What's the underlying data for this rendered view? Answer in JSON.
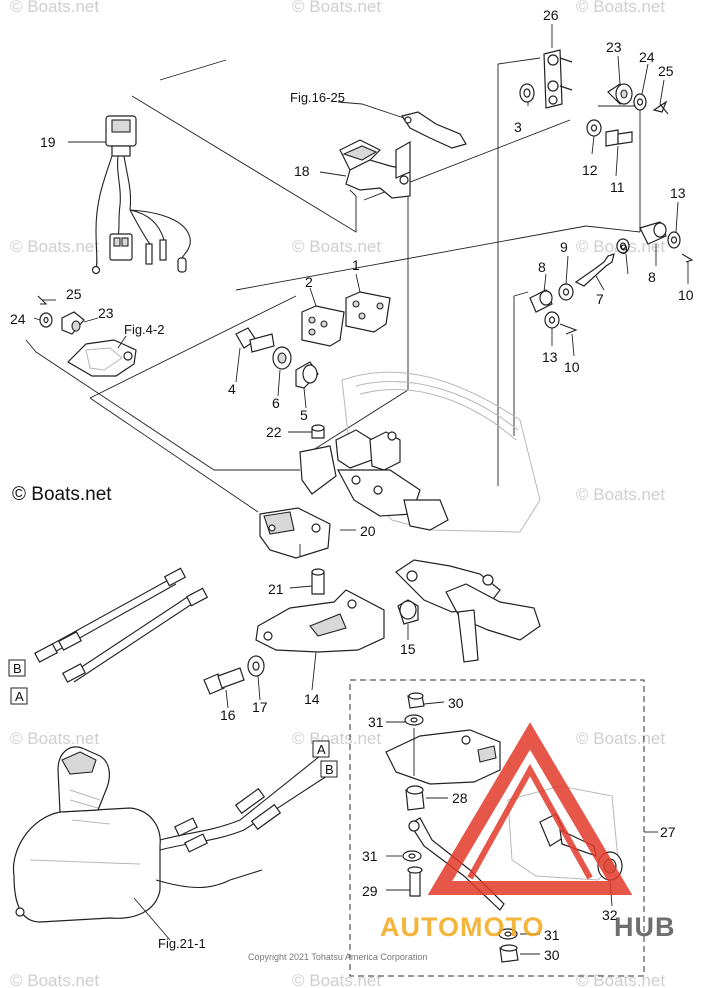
{
  "watermarks": {
    "site": "© Boats.net",
    "copyright": "Copyright 2021 Tohatsu America Corporation",
    "brand_part1": "AUTOMOTO",
    "brand_part2": "HUB"
  },
  "references": {
    "fig_16_25": "Fig.16-25",
    "fig_4_2": "Fig.4-2",
    "fig_21_1": "Fig.21-1",
    "cable_a": "A",
    "cable_b": "B"
  },
  "callouts": {
    "p1": "1",
    "p2": "2",
    "p3": "3",
    "p4": "4",
    "p5": "5",
    "p6": "6",
    "p7": "7",
    "p8": "8",
    "p9": "9",
    "p10": "10",
    "p11": "11",
    "p12": "12",
    "p13": "13",
    "p14": "14",
    "p15": "15",
    "p16": "16",
    "p17": "17",
    "p18": "18",
    "p19": "19",
    "p20": "20",
    "p21": "21",
    "p22": "22",
    "p23": "23",
    "p24": "24",
    "p25": "25",
    "p26": "26",
    "p27": "27",
    "p28": "28",
    "p29": "29",
    "p30": "30",
    "p31": "31",
    "p32": "32"
  },
  "colors": {
    "line": "#222222",
    "watermark": "#cfcfcf",
    "brand_orange": "#f3a91c",
    "brand_red": "#e23a2a"
  }
}
